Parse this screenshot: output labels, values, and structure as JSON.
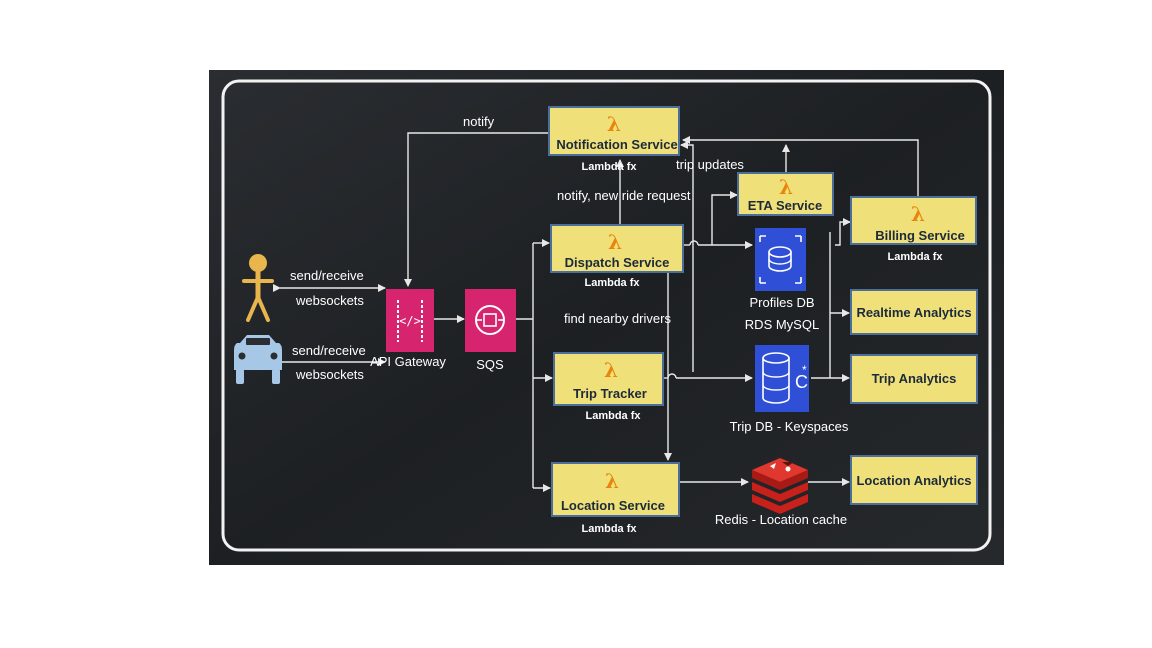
{
  "services": {
    "notification": {
      "name": "Notification Service",
      "sub": "Lambda fx",
      "icon": "λ"
    },
    "dispatch": {
      "name": "Dispatch Service",
      "sub": "Lambda fx",
      "icon": "λ"
    },
    "trip_tracker": {
      "name": "Trip Tracker",
      "sub": "Lambda fx",
      "icon": "λ"
    },
    "location": {
      "name": "Location Service",
      "sub": "Lambda fx",
      "icon": "λ"
    },
    "eta": {
      "name": "ETA Service",
      "icon": "λ"
    },
    "billing": {
      "name": "Billing Service",
      "sub": "Lambda fx",
      "icon": "λ"
    }
  },
  "analytics": {
    "realtime": "Realtime Analytics",
    "trip": "Trip Analytics",
    "location": "Location Analytics"
  },
  "components": {
    "api_gateway": "API Gateway",
    "sqs": "SQS",
    "profiles_db_line1": "Profiles DB",
    "profiles_db_line2": "RDS MySQL",
    "trip_db": "Trip DB - Keyspaces",
    "redis": "Redis - Location cache"
  },
  "edge_labels": {
    "notify": "notify",
    "trip_updates": "trip updates",
    "notify_new_ride": "notify, new ride request",
    "find_nearby": "find nearby drivers",
    "rider_send": "send/receive",
    "rider_ws": "websockets",
    "driver_send": "send/receive",
    "driver_ws": "websockets"
  },
  "icons": {
    "rider": "person-icon",
    "driver": "car-icon",
    "api_gateway": "api-gateway-icon",
    "sqs": "sqs-icon",
    "profiles_db": "rds-database-icon",
    "trip_db": "keyspaces-database-icon",
    "redis": "redis-icon"
  },
  "colors": {
    "panel_background": "#1f2225",
    "service_box": "#f0e07a",
    "service_box_border": "#4b6f9a",
    "lambda": "#e8850c",
    "api_gateway": "#d6246e",
    "rds": "#2e4fd6",
    "redis": "#c8201b",
    "rider": "#e8b64c",
    "driver": "#a7c7e7"
  }
}
